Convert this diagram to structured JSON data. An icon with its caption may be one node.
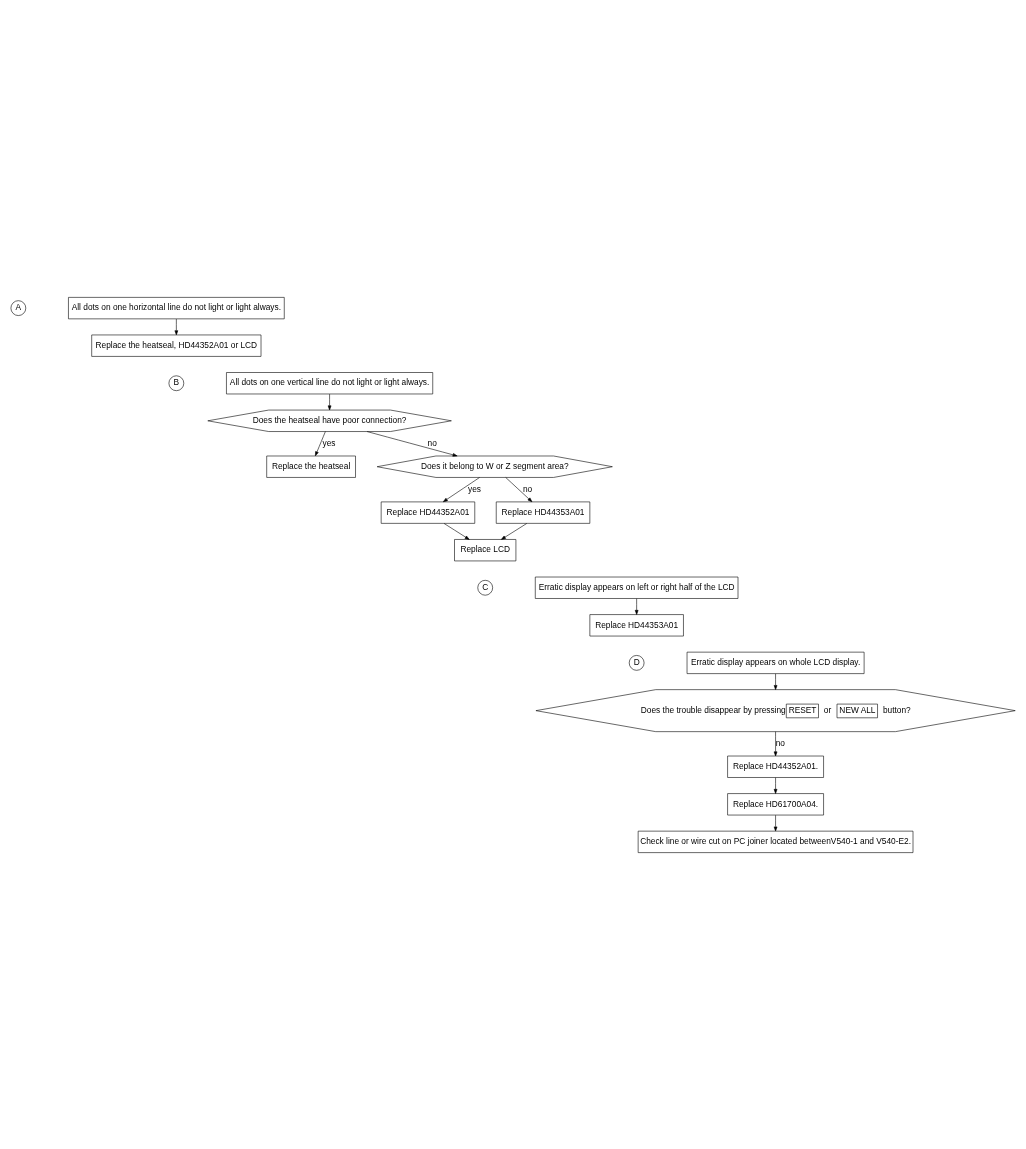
{
  "diagram": {
    "nodes": [
      {
        "text": [
          "A"
        ]
      },
      {
        "text": [
          "All dots on one horizontal line do not light or light always."
        ]
      },
      {
        "text": [
          "Replace the heatseal, HD44352A01 or LCD"
        ]
      },
      {
        "text": [
          "B"
        ]
      },
      {
        "text": [
          "All dots on one vertical line do not light or light always."
        ]
      },
      {
        "text": [
          "Does the heatseal have poor connection?"
        ]
      },
      {
        "text": [
          "Replace the heatseal"
        ]
      },
      {
        "text": [
          "Does it belong to W or Z segment area?"
        ]
      },
      {
        "text": [
          "Replace HD44352A01"
        ]
      },
      {
        "text": [
          "Replace HD44353A01"
        ]
      },
      {
        "text": [
          "Replace LCD"
        ]
      },
      {
        "text": [
          "C"
        ]
      },
      {
        "text": [
          "Erratic display appears on left or right half of the LCD"
        ]
      },
      {
        "text": [
          "Replace HD44353A01"
        ]
      },
      {
        "text": [
          "D"
        ]
      },
      {
        "text": [
          "Erratic display appears on whole LCD display."
        ]
      },
      {
        "text": [
          "Does the trouble disappear by pressing",
          "RESET",
          "or",
          "NEW ALL",
          "button?"
        ]
      },
      {
        "text": [
          "Replace HD44352A01."
        ]
      },
      {
        "text": [
          "Replace HD61700A04."
        ]
      },
      {
        "text": [
          "Check line or wire cut on PC joiner located betweenV540-1 and V540-E2."
        ]
      }
    ],
    "edges": [
      {
        "from": 1,
        "to": 2,
        "arrow": "to"
      },
      {
        "from": 4,
        "to": 5,
        "arrow": "to"
      },
      {
        "from": 5,
        "to": 6,
        "arrow": "to",
        "label": "yes"
      },
      {
        "from": 5,
        "to": 7,
        "arrow": "to",
        "label": "no"
      },
      {
        "from": 7,
        "to": 8,
        "arrow": "to",
        "label": "yes"
      },
      {
        "from": 7,
        "to": 9,
        "arrow": "to",
        "label": "no"
      },
      {
        "from": 8,
        "to": 10,
        "arrow": "to"
      },
      {
        "from": 9,
        "to": 10,
        "arrow": "to"
      },
      {
        "from": 12,
        "to": 13,
        "arrow": "to"
      },
      {
        "from": 15,
        "to": 16,
        "arrow": "to"
      },
      {
        "from": 16,
        "to": 17,
        "arrow": "to",
        "label": "no"
      },
      {
        "from": 17,
        "to": 18,
        "arrow": "to"
      },
      {
        "from": 18,
        "to": 19,
        "arrow": "to"
      }
    ]
  }
}
